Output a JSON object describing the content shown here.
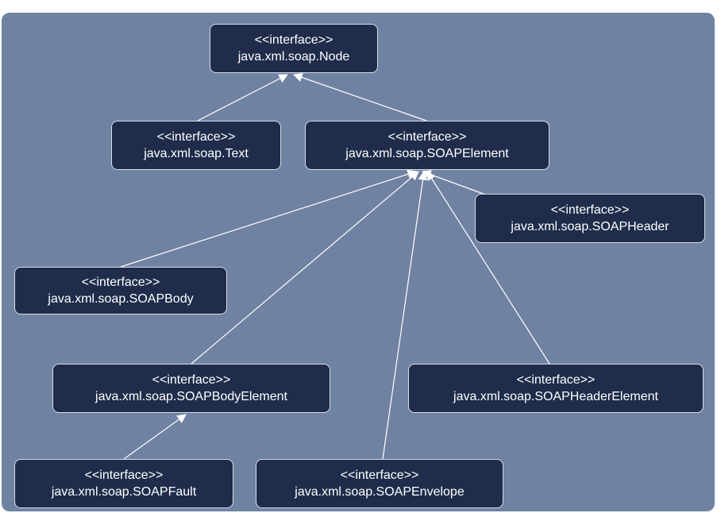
{
  "diagram": {
    "nodes": [
      {
        "id": "node",
        "stereotype": "<<interface>>",
        "name": "java.xml.soap.Node"
      },
      {
        "id": "text",
        "stereotype": "<<interface>>",
        "name": "java.xml.soap.Text"
      },
      {
        "id": "soapelement",
        "stereotype": "<<interface>>",
        "name": "java.xml.soap.SOAPElement"
      },
      {
        "id": "soapheader",
        "stereotype": "<<interface>>",
        "name": "java.xml.soap.SOAPHeader"
      },
      {
        "id": "soapbody",
        "stereotype": "<<interface>>",
        "name": "java.xml.soap.SOAPBody"
      },
      {
        "id": "soapbodyelement",
        "stereotype": "<<interface>>",
        "name": "java.xml.soap.SOAPBodyElement"
      },
      {
        "id": "soapheaderelement",
        "stereotype": "<<interface>>",
        "name": "java.xml.soap.SOAPHeaderElement"
      },
      {
        "id": "soapfault",
        "stereotype": "<<interface>>",
        "name": "java.xml.soap.SOAPFault"
      },
      {
        "id": "soapenvelope",
        "stereotype": "<<interface>>",
        "name": "java.xml.soap.SOAPEnvelope"
      }
    ],
    "edges": [
      {
        "from": "text",
        "to": "node"
      },
      {
        "from": "soapelement",
        "to": "node"
      },
      {
        "from": "soapheader",
        "to": "soapelement"
      },
      {
        "from": "soapbody",
        "to": "soapelement"
      },
      {
        "from": "soapbodyelement",
        "to": "soapelement"
      },
      {
        "from": "soapheaderelement",
        "to": "soapelement"
      },
      {
        "from": "soapenvelope",
        "to": "soapelement"
      },
      {
        "from": "soapfault",
        "to": "soapbodyelement"
      }
    ],
    "colors": {
      "background": "#7082a2",
      "node_fill": "#1f2d4b",
      "node_border": "#d6dde8",
      "edge": "#ffffff",
      "text": "#ffffff"
    }
  }
}
